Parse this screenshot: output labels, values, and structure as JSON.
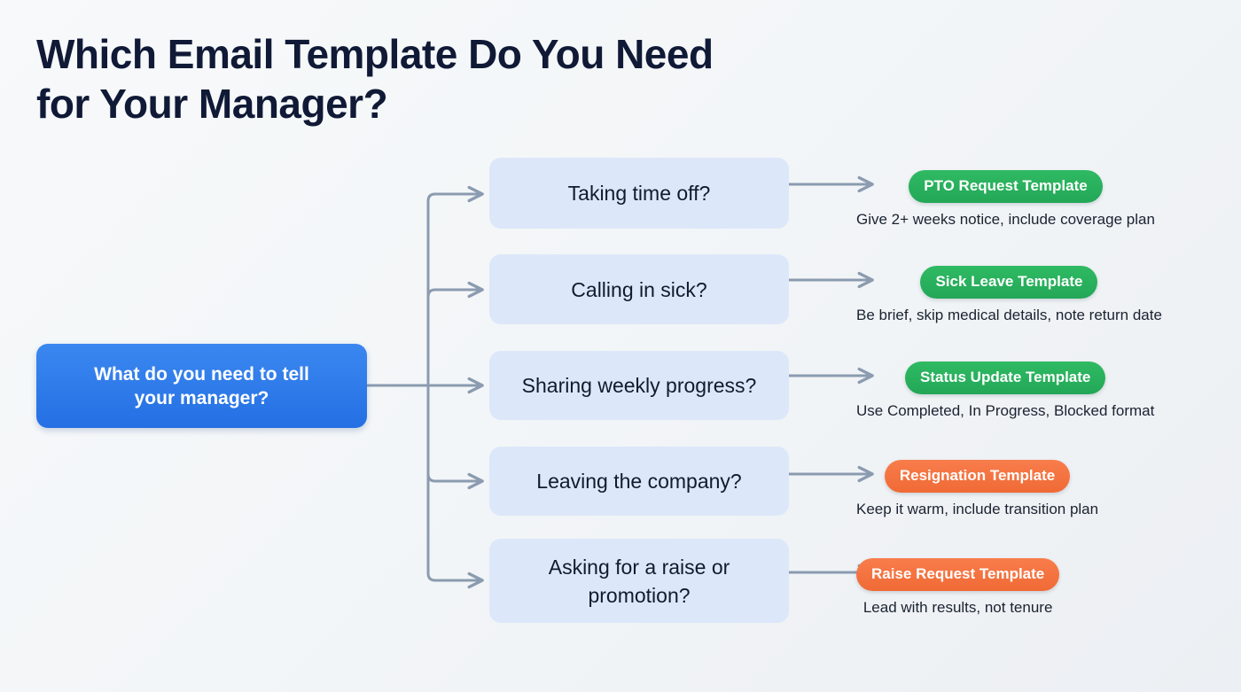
{
  "page": {
    "title": "Which Email Template Do You Need\nfor Your Manager?",
    "background_start": "#f7f9fa",
    "background_end": "#eceff3",
    "title_color": "#101a36"
  },
  "root": {
    "label": "What do you need to tell\nyour manager?",
    "color": "#2470e4",
    "text_color": "#ffffff"
  },
  "colors": {
    "branch_box": "#dce8f9",
    "branch_text": "#0f1c2e",
    "green_pill": "#23a757",
    "orange_pill": "#f06a35",
    "connector": "#8b9bb0",
    "caption_text": "#1b2330"
  },
  "branches": [
    {
      "question": "Taking time off?",
      "template": "PTO Request Template",
      "template_color": "green",
      "tip": "Give 2+ weeks notice, include coverage plan"
    },
    {
      "question": "Calling in sick?",
      "template": "Sick Leave Template",
      "template_color": "green",
      "tip": "Be brief, skip medical details, note return date"
    },
    {
      "question": "Sharing weekly progress?",
      "template": "Status Update Template",
      "template_color": "green",
      "tip": "Use Completed, In Progress, Blocked format"
    },
    {
      "question": "Leaving the company?",
      "template": "Resignation Template",
      "template_color": "orange",
      "tip": "Keep it warm, include transition plan"
    },
    {
      "question": "Asking for a raise or\npromotion?",
      "template": "Raise Request Template",
      "template_color": "orange",
      "tip": "Lead with results, not tenure"
    }
  ]
}
